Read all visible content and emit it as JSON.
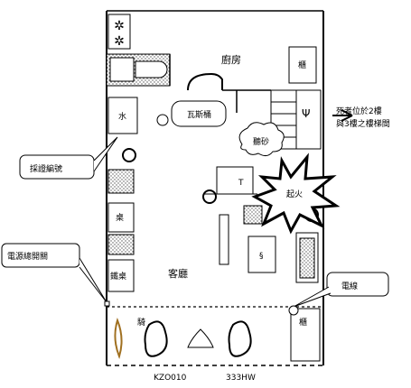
{
  "rooms": {
    "kitchen": "廚房",
    "living_room": "客廳"
  },
  "items": {
    "gas_stove": "瓦斯桶",
    "water": "水",
    "cabinet_top": "櫃",
    "cabinet_bottom": "櫃",
    "table": "桌",
    "iron_table": "鐵桌",
    "t_mark": "T",
    "tree": "聽砂",
    "explosion": "起火",
    "ride": "騎"
  },
  "callouts": {
    "camera": "採證編號",
    "power_switch": "電源總開關",
    "wire": "電線",
    "deceased": "死者位於2樓\n與3樓之樓梯間"
  },
  "bottom_labels": {
    "left": "KZO010",
    "right": "333HW"
  }
}
